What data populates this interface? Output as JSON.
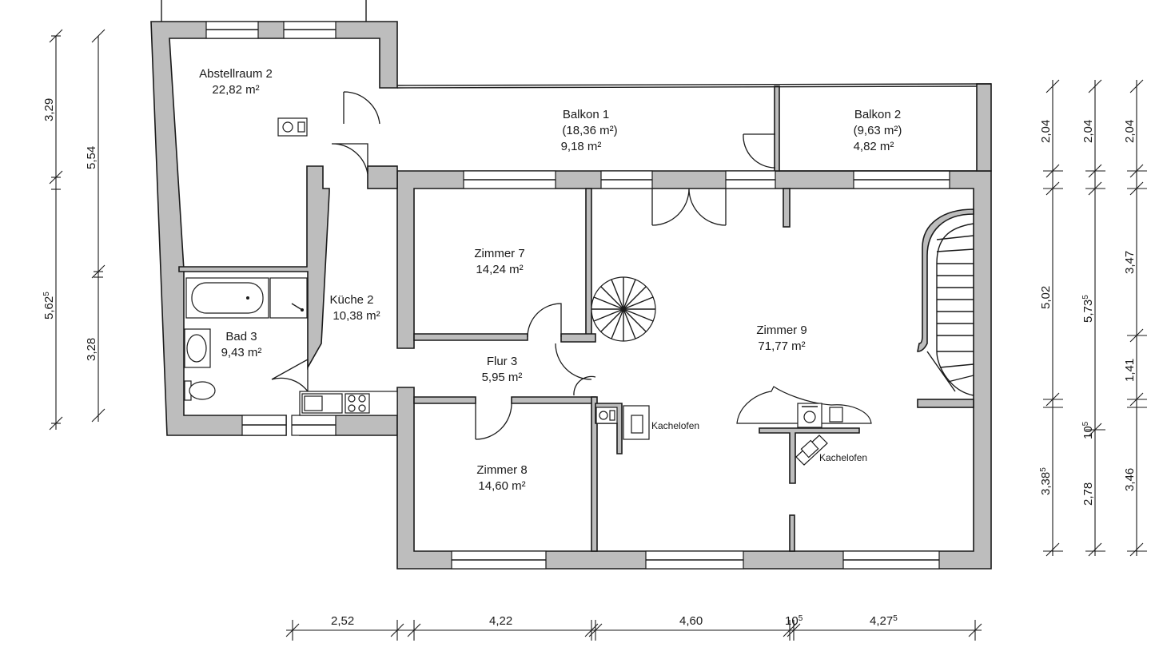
{
  "rooms": {
    "abstellraum2": {
      "name": "Abstellraum 2",
      "area": "22,82 m²"
    },
    "balkon1": {
      "name": "Balkon 1",
      "area_gross": "(18,36 m²)",
      "area": "9,18 m²"
    },
    "balkon2": {
      "name": "Balkon 2",
      "area_gross": "(9,63 m²)",
      "area": "4,82 m²"
    },
    "zimmer7": {
      "name": "Zimmer 7",
      "area": "14,24 m²"
    },
    "kueche2": {
      "name": "Küche 2",
      "area": "10,38 m²"
    },
    "bad3": {
      "name": "Bad 3",
      "area": "9,43 m²"
    },
    "flur3": {
      "name": "Flur 3",
      "area": "5,95 m²"
    },
    "zimmer8": {
      "name": "Zimmer 8",
      "area": "14,60 m²"
    },
    "zimmer9": {
      "name": "Zimmer 9",
      "area": "71,77 m²"
    }
  },
  "labels": {
    "kachelofen_left": "Kachelofen",
    "kachelofen_right": "Kachelofen"
  },
  "dimensions": {
    "left_outer": [
      {
        "main": "3,29",
        "sup": ""
      },
      {
        "main": "5,62",
        "sup": "5"
      }
    ],
    "left_inner": [
      {
        "main": "5,54",
        "sup": ""
      },
      {
        "main": "3,28",
        "sup": ""
      }
    ],
    "right_1": [
      {
        "main": "2,04",
        "sup": ""
      },
      {
        "main": "5,02",
        "sup": ""
      },
      {
        "main": "3,38",
        "sup": "5"
      }
    ],
    "right_2": [
      {
        "main": "2,04",
        "sup": ""
      },
      {
        "main": "5,73",
        "sup": "5"
      },
      {
        "main": "10",
        "sup": "5"
      },
      {
        "main": "2,78",
        "sup": ""
      }
    ],
    "right_3": [
      {
        "main": "2,04",
        "sup": ""
      },
      {
        "main": "3,47",
        "sup": ""
      },
      {
        "main": "1,41",
        "sup": ""
      },
      {
        "main": "3,46",
        "sup": ""
      }
    ],
    "bottom": [
      {
        "main": "2,52",
        "sup": ""
      },
      {
        "main": "4,22",
        "sup": ""
      },
      {
        "main": "4,60",
        "sup": ""
      },
      {
        "main": "10",
        "sup": "5"
      },
      {
        "main": "4,27",
        "sup": "5"
      }
    ]
  }
}
